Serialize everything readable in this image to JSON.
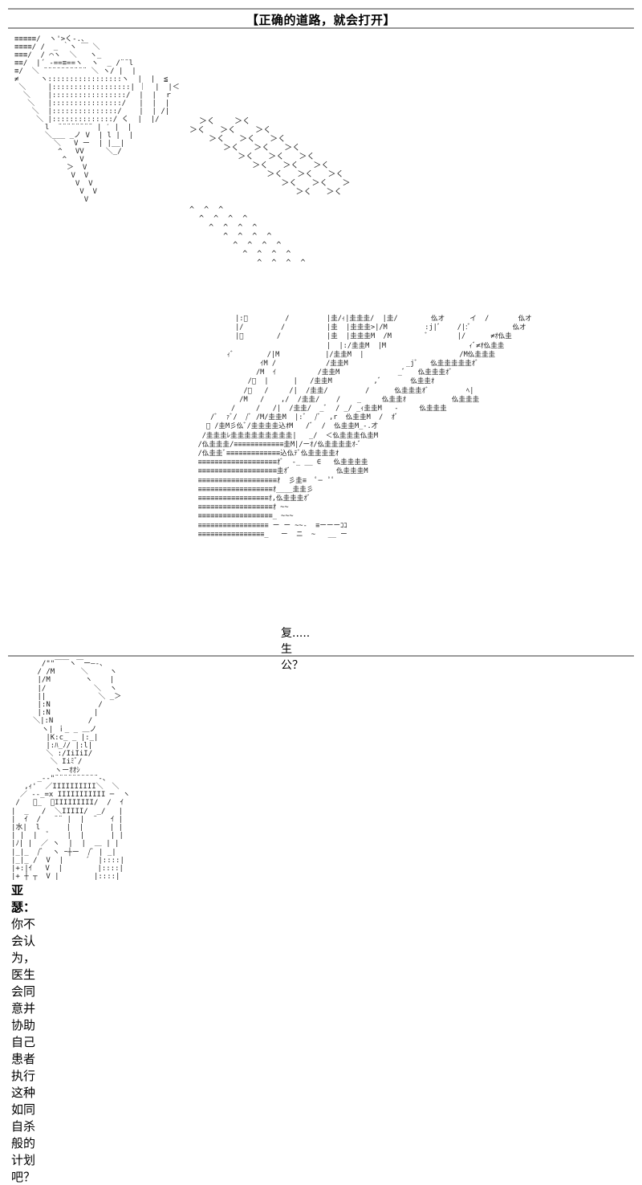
{
  "header": {
    "title": "【正确的道路，就会打开】"
  },
  "panel_1": {
    "art": "≡≡≡≡≡/  ヽ'>く-.、\n≡≡≡≡/ /  _ ｀ヽ ￣ ＼\n≡≡≡/  / ⌒ヽ  ＼   ヽ_\n≡≡/  |´ -==≡==ヽ  ヽ  _ /¨¨l\n≡/  ＼ ¨¨¨¨¨¨¨¨¨¨ ＼ ヽ/ |  |\n≠     ヽ:::::::::::::::::ヽ  |  |  ≦\n ＼     |::::::::::::::::::| ｜  |  |＜\n  ＼    |:::::::::::::::::/  |  |  ｒ\n   ＼   |::::::::::::::::/   |  |  |\n    ＼  |:::::::::::::::/    |  | /|\n     ＼ |::::::::::::::/ く  |  |/\n       l  ¨¨¨¨¨¨¨¨ | ′ |  |\n       ＼___ _ノ V  | l |  |\n         ＼   V ー  | |__|\n          ^   VV     ＼_/\n           ^   V\n            ＞  V\n             V  V\n              V  V\n               V  V\n                V",
    "beams": "   ＞く    ＞く\n ＞く   ＞く    ＞く\n     ＞く   ＞く   ＞く\n        ＞く   ＞く   ＞く\n           ＞く   ＞く   ＞く\n              ＞く   ＞く   ＞く\n                 ＞く   ＞く   ＞く\n                    ＞く   ＞く   ＞\n                       ＞く   ＞く\n\n ^  ^  ^\n   ^  ^  ^  ^\n     ^  ^  ^  ^\n        ^  ^  ^  ^\n          ^  ^  ^  ^\n            ^  ^  ^  ^\n               ^  ^  ^  ^"
  },
  "panel_2": {
    "art": "                  |:ﾞ         /         |圭/ｨ|圭圭圭/  |圭/        仫オ      イ  /       仫オ\n                  |/         /          |圭  |圭圭圭>|/M         :j|ﾞ    /|:ﾞ          仫オ\n                  |ﾞ        /           |圭  |圭圭圭M  /M        ﾞ       |/      ≠ｵ仫圭\n                                        |  |:/圭圭M  |M                    ｨﾞ≠ｵ仫圭圭\n                ｨﾞ        /|M           |/圭圭M  |                       /M仫圭圭圭\n                        ｲM /            /圭圭M              _jﾞ   仫圭圭圭圭圭ｵﾞ\n                       /M  ｲ          /圭圭M              _ﾞ   仫圭圭圭ｵﾞ\n                     /ﾞ  |      |   /圭圭M          ,ﾞ       仫圭圭ｵ\n                    /ﾞ   /     /|  /圭圭/         /      仫圭圭圭ｵﾞ         ﾍ|\n                   /M   /    ,/  /圭圭/    /    _     仫圭圭ｵ           仫圭圭圭\n                 /     /   /|  /圭圭/  _ﾞ  / _/ _ｨ圭圭M   -     仫圭圭圭\n            /ﾞ  ｧﾞ/  /ﾞ /M/圭圭M  |:ﾞ  /ﾞ  ,r  仫圭圭M  /  ｵﾞ\n           ﾞ /圭M彡仫ﾞ/圭圭圭圭込ｵM   /ﾞ  /  仫圭圭M_-.才\n          /圭圭圭ﾚ圭圭圭圭圭圭圭圭圭|   _/  ＜仫圭圭圭仫圭M\n         /仫圭圭圭/≡≡≡≡≡≡≡≡≡≡≡≡圭M|/ーｵ/仫圭圭圭圭ｵ-ﾞ\n         /仫圭圭ﾞ≡≡≡≡≡≡≡≡≡≡≡≡≡込仫ﾃﾞ仫圭圭圭圭ｵ\n         ≡≡≡≡≡≡≡≡≡≡≡≡≡≡≡≡≡≡≡ｵﾞ  -_ __ ∈   仫圭圭圭圭\n         ≡≡≡≡≡≡≡≡≡≡≡≡≡≡≡≡≡≡≡圭ｵﾞ           仫圭圭圭M\n         ≡≡≡≡≡≡≡≡≡≡≡≡≡≡≡≡≡≡≡ｵ  彡圭≡  ﾟ─  ﾟﾟ\n         ≡≡≡≡≡≡≡≡≡≡≡≡≡≡≡≡≡≡ｵ____圭圭彡\n         ≡≡≡≡≡≡≡≡≡≡≡≡≡≡≡≡≡ｵ,仫圭圭圭ｵﾞ\n         ≡≡≡≡≡≡≡≡≡≡≡≡≡≡≡≡≡≡ｵ ~~\n         ≡≡≡≡≡≡≡≡≡≡≡≡≡≡≡≡≡≡_ ~~~\n         ≡≡≡≡≡≡≡≡≡≡≡≡≡≡≡≡≡ ー ー ~~-  ≡ーーーｺｺ\n         ≡≡≡≡≡≡≡≡≡≡≡≡≡≡≡≡_   ー  ニ  ~   __ ー",
    "caption": "复.....生公？"
  },
  "panel_3": {
    "art": "       /\"\"￣￣ヽ￣ー―‐、\n      / /M      ＼     ヽ\n      |/M        ヽ    |\n      |/           ＼  ヽ\n      ||            ＼ _＞\n      |:N           /\n      |:N          |\n     ＼|:N        /\n       ヽ| ｉ_ _ ＿ノ\n        |K:c_ _ |:_|\n        |:ﾊ_ﾉ/ |:l|\n        ＼ :/IiIiI/\n         ＼ Iiﾐﾞ/\n          ヽーｵｵｼ\n      _-‐\"¨¨¨¨¨¨¨¨¨¨‐、\n   ,ｨ'  ／IIIIIIIIII＼  ＼\n  ／ -‐_=x IIIIIIIIIII ─  ヽ\n /   ﾞ_  ＼IIIIIIIII/  /  ｲ\n|  _   /  ＼IIIII/  _/   |\n|  ｲ  /   ¨¨ |  |  ¨   ｲ |\n|水|  l      |  |      | |\n| |  |  ﾞ    |  |      | |\n|ﾉ| |  ／ ヽ  |  |  ＿ | |\n|_|_  /ﾞ  ヽ ｰ┼ー  /ﾞ | _|\n|_|_ /  V  |     ´  |::::|\n|+:|ｲ   V  |        |::::|\n|+ ┼ ┬  V |        |::::|",
    "dialogue_speaker": "亚瑟：",
    "dialogue_text": "你不会认为，医生会同意并协助自己患者执行这种如同自杀般的计划吧？"
  }
}
